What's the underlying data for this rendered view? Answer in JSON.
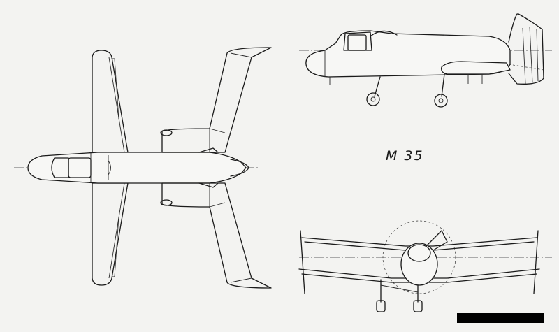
{
  "drawing": {
    "designation": "M 35",
    "views": [
      "top-view",
      "side-view",
      "front-view"
    ]
  }
}
